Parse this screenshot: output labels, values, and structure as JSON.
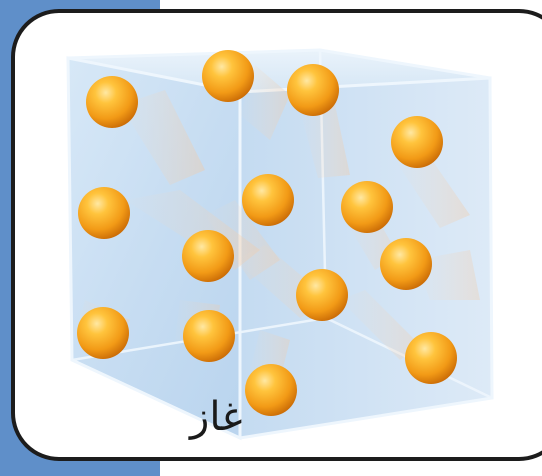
{
  "label": "غاز",
  "colors": {
    "left_strip": "#5f8fc9",
    "frame_border": "#1c1c1c",
    "frame_fill": "#ffffff",
    "cube_face": "#cfe3f5",
    "cube_edge": "#e8f3fc",
    "particle_base": "#f29a16",
    "particle_highlight": "#ffd979",
    "trail": "#f3d2b6"
  },
  "particles": [
    {
      "id": "p1"
    },
    {
      "id": "p2"
    },
    {
      "id": "p3"
    },
    {
      "id": "p4"
    },
    {
      "id": "p5"
    },
    {
      "id": "p6"
    },
    {
      "id": "p7"
    },
    {
      "id": "p8"
    },
    {
      "id": "p9"
    },
    {
      "id": "p10"
    },
    {
      "id": "p11"
    },
    {
      "id": "p12"
    },
    {
      "id": "p13"
    },
    {
      "id": "p14"
    },
    {
      "id": "p15"
    },
    {
      "id": "p16"
    }
  ]
}
